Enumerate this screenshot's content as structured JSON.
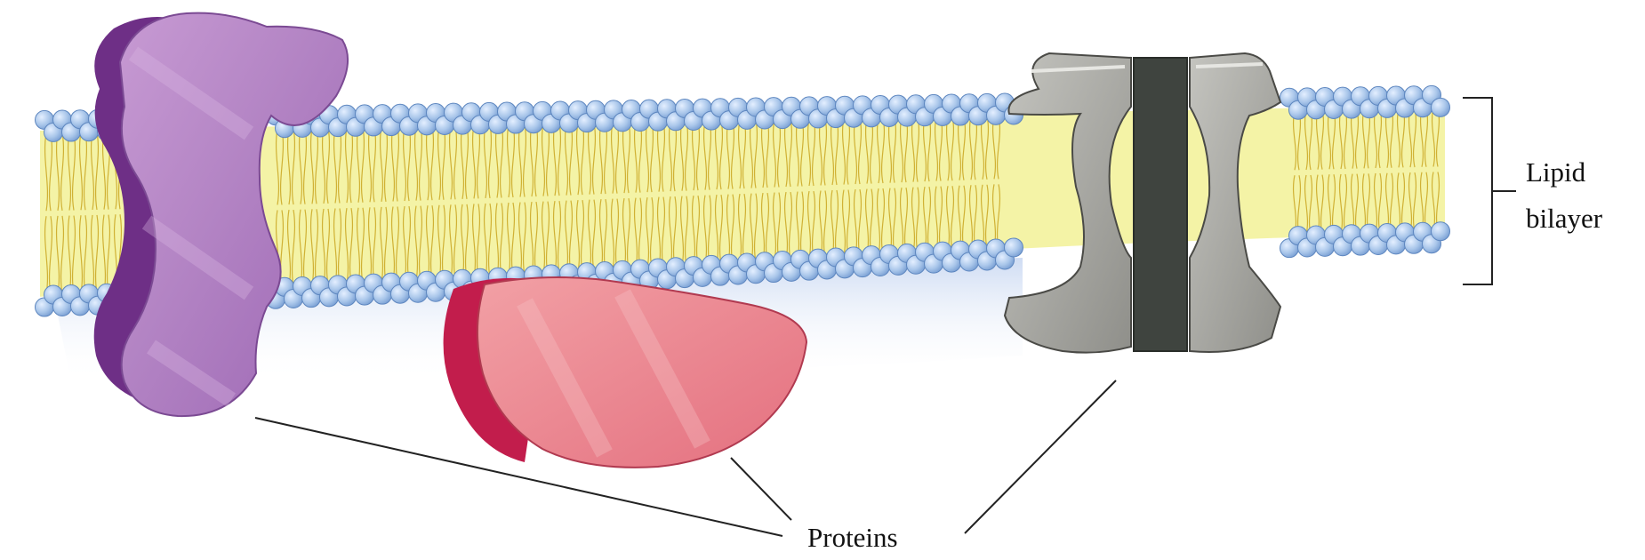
{
  "labels": {
    "lipid_bilayer_line1": "Lipid",
    "lipid_bilayer_line2": "bilayer",
    "proteins": "Proteins"
  },
  "colors": {
    "head_fill": "#a9c6ea",
    "head_stroke": "#5d86bf",
    "tail_fill": "#f4f3a6",
    "tail_stroke": "#c9a520",
    "purple_protein": "#b07ac1",
    "purple_protein_dark": "#6e2f86",
    "red_protein": "#e98590",
    "red_protein_dark": "#c21d4c",
    "channel_light": "#a8a8a4",
    "channel_dark": "#3f443f",
    "leader_line": "#222222"
  }
}
